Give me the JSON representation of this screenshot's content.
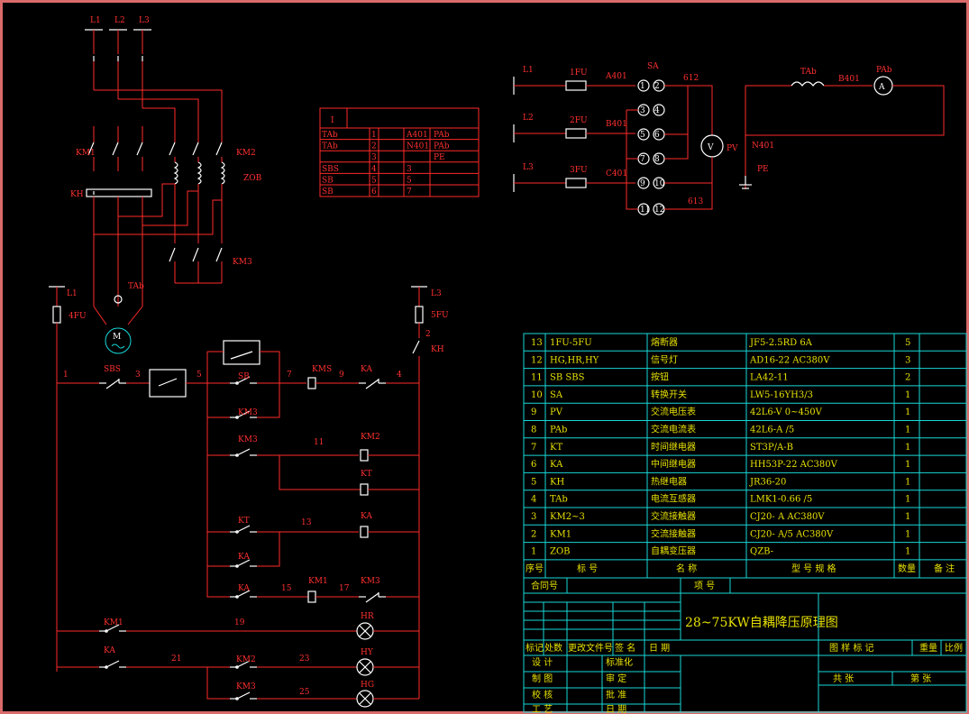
{
  "labels": {
    "L1": "L1",
    "L2": "L2",
    "L3": "L3",
    "KM1": "KM1",
    "KM2": "KM2",
    "KM3": "KM3",
    "KH": "KH",
    "ZOB": "ZOB",
    "TAb": "TAb",
    "motor": "M",
    "L1b": "L1",
    "FU4": "4FU",
    "L3b": "L3",
    "FU5": "5FU",
    "n1": "1",
    "n2": "2",
    "n3": "3",
    "n4": "4",
    "n5": "5",
    "n7": "7",
    "n9": "9",
    "n11": "11",
    "n13": "13",
    "n15": "15",
    "n17": "17",
    "n19": "19",
    "n21": "21",
    "n23": "23",
    "n25": "25",
    "SBS": "SBS",
    "SB": "SB",
    "KMS": "KMS",
    "KA": "KA",
    "KT": "KT",
    "KH2": "KH",
    "HR": "HR",
    "HY": "HY",
    "HG": "HG",
    "PV": "PV",
    "PAb": "PAb",
    "PE": "PE",
    "FU1": "1FU",
    "FU2": "2FU",
    "FU3": "3FU",
    "SA": "SA",
    "A401": "A401",
    "B401": "B401",
    "C401": "C401",
    "N401": "N401",
    "n612": "612",
    "n613": "613",
    "sw": [
      "1",
      "2",
      "3",
      "4",
      "5",
      "6",
      "7",
      "8",
      "9",
      "10",
      "11",
      "12"
    ]
  },
  "small_table": {
    "header": "I",
    "rows": [
      [
        "TAb",
        "1",
        "A401",
        "PAb"
      ],
      [
        "TAb",
        "2",
        "N401",
        "PAb"
      ],
      [
        "",
        "3",
        "",
        "PE"
      ],
      [
        "SBS",
        "4",
        "3",
        ""
      ],
      [
        "SB",
        "5",
        "5",
        ""
      ],
      [
        "SB",
        "6",
        "7",
        ""
      ]
    ]
  },
  "bom": {
    "rows": [
      [
        "13",
        "1FU-5FU",
        "熔断器",
        "JF5-2.5RD 6A",
        "5",
        ""
      ],
      [
        "12",
        "HG,HR,HY",
        "信号灯",
        "AD16-22 AC380V",
        "3",
        ""
      ],
      [
        "11",
        "SB SBS",
        "按钮",
        "LA42-11",
        "2",
        ""
      ],
      [
        "10",
        "SA",
        "转换开关",
        "LW5-16YH3/3",
        "1",
        ""
      ],
      [
        "9",
        "PV",
        "交流电压表",
        "42L6-V 0~450V",
        "1",
        ""
      ],
      [
        "8",
        "PAb",
        "交流电流表",
        "42L6-A    /5",
        "1",
        ""
      ],
      [
        "7",
        "KT",
        "时间继电器",
        "ST3P/A-B",
        "1",
        ""
      ],
      [
        "6",
        "KA",
        "中间继电器",
        "HH53P-22 AC380V",
        "1",
        ""
      ],
      [
        "5",
        "KH",
        "热继电器",
        "JR36-20",
        "1",
        ""
      ],
      [
        "4",
        "TAb",
        "电流互感器",
        "LMK1-0.66    /5",
        "1",
        ""
      ],
      [
        "3",
        "KM2~3",
        "交流接触器",
        "CJ20-    A AC380V",
        "1",
        ""
      ],
      [
        "2",
        "KM1",
        "交流接触器",
        "CJ20-    A/5 AC380V",
        "1",
        ""
      ],
      [
        "1",
        "ZOB",
        "自耦变压器",
        "QZB-",
        "1",
        ""
      ]
    ],
    "header": [
      "序号",
      "标    号",
      "名    称",
      "型  号  规  格",
      "数量",
      "备 注"
    ]
  },
  "title_block": {
    "contract": "合同号",
    "project": "项 号",
    "title": "28~75KW自耦降压原理图",
    "marks": "标记",
    "count": "处数",
    "change_doc": "更改文件号",
    "sign": "签  名",
    "date": "日  期",
    "design": "设  计",
    "standard": "标准化",
    "draw": "制  图",
    "review": "审  定",
    "check": "校  核",
    "approve": "批  准",
    "process": "工  艺",
    "dt": "日  期",
    "sample": "图 样 标 记",
    "weight": "重量",
    "scale": "比例",
    "total": "共    张",
    "sheet": "第    张"
  }
}
